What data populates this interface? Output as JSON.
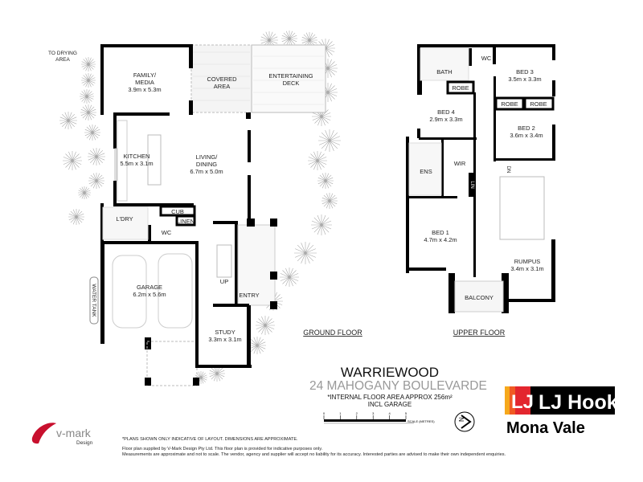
{
  "ground_floor": {
    "heading": "GROUND FLOOR",
    "rooms": {
      "family": [
        "FAMILY/",
        "MEDIA",
        "3.9m x 5.3m"
      ],
      "covered": [
        "COVERED",
        "AREA"
      ],
      "deck": [
        "ENTERTAINING",
        "DECK"
      ],
      "kitchen": [
        "KITCHEN",
        "5.5m x 3.1m"
      ],
      "living": [
        "LIVING/",
        "DINING",
        "6.7m x 5.0m"
      ],
      "laundry": "L'DRY",
      "cub": "CUB",
      "linen": "LINEN",
      "wc": "WC",
      "garage": [
        "GARAGE",
        "6.2m x 5.6m"
      ],
      "entry": "ENTRY",
      "up": "UP",
      "study": [
        "STUDY",
        "3.3m x 3.1m"
      ],
      "water_tank": "WATER TANK",
      "drying": [
        "TO DRYING",
        "AREA"
      ]
    }
  },
  "upper_floor": {
    "heading": "UPPER FLOOR",
    "rooms": {
      "bath": "BATH",
      "wc": "WC",
      "robe": "ROBE",
      "bed3": [
        "BED 3",
        "3.5m x 3.3m"
      ],
      "bed4": [
        "BED 4",
        "2.9m x 3.3m"
      ],
      "bed2": [
        "BED 2",
        "3.6m x 3.4m"
      ],
      "ens": "ENS",
      "wir": "WIR",
      "lin": "LIN",
      "dn": "DN",
      "bed1": [
        "BED 1",
        "4.7m x 4.2m"
      ],
      "rumpus": [
        "RUMPUS",
        "3.4m x 3.1m"
      ],
      "balcony": "BALCONY"
    }
  },
  "title": {
    "suburb": "WARRIEWOOD",
    "address": "24 MAHOGANY BOULEVARDE",
    "area_note": "*INTERNAL FLOOR AREA APPROX 256m²",
    "area_note2": "INCL GARAGE"
  },
  "scale": {
    "ticks": [
      "0",
      "1",
      "2",
      "3",
      "4",
      "5"
    ],
    "label": "SCALE (METRES)"
  },
  "agency": {
    "brand": "LJ Hooker",
    "office": "Mona Vale",
    "brand_colors": [
      "#f6a81c",
      "#e3262e",
      "#000000"
    ]
  },
  "designer": {
    "name": "V-mark Design",
    "brand_color": "#c8102e"
  },
  "disclaimer": {
    "line1": "*PLANS SHOWN ONLY INDICATIVE OF LAYOUT. DIMENSIONS ARE APPROXIMATE.",
    "line2": "Floor plan supplied by V-Mark Design Pty Ltd. This floor plan is provided for indicative purposes only.",
    "line3": "Measurements are approximate and not to scale. The vendor, agency and supplier will accept no liability for its accuracy. Interested parties are advised to make their own independent enquiries."
  }
}
